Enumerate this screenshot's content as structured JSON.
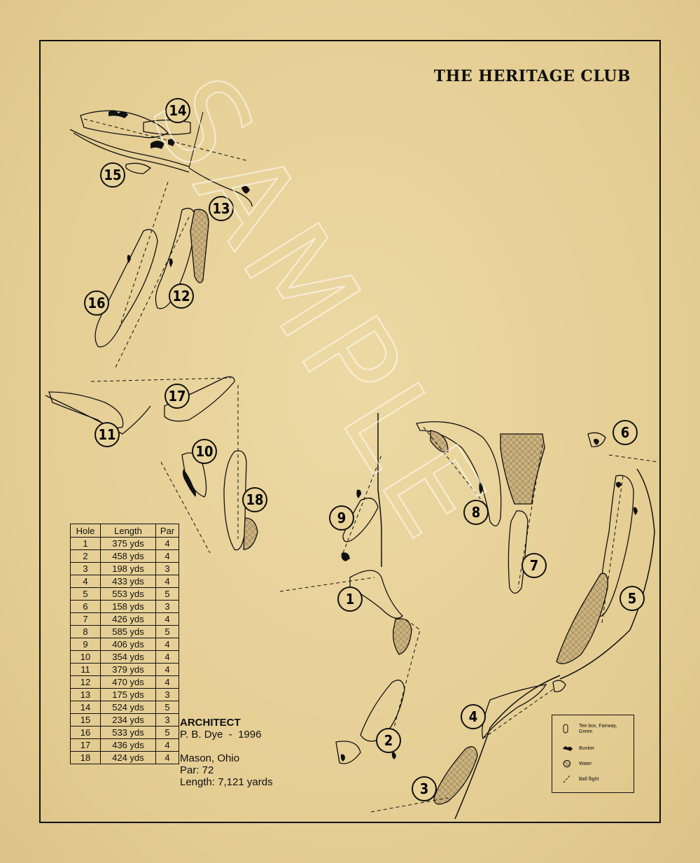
{
  "title": "THE HERITAGE CLUB",
  "watermark": "SAMPLE",
  "scorecard": {
    "headers": [
      "Hole",
      "Length",
      "Par"
    ],
    "rows": [
      {
        "hole": "1",
        "length": "375 yds",
        "par": "4"
      },
      {
        "hole": "2",
        "length": "458 yds",
        "par": "4"
      },
      {
        "hole": "3",
        "length": "198 yds",
        "par": "3"
      },
      {
        "hole": "4",
        "length": "433 yds",
        "par": "4"
      },
      {
        "hole": "5",
        "length": "553 yds",
        "par": "5"
      },
      {
        "hole": "6",
        "length": "158 yds",
        "par": "3"
      },
      {
        "hole": "7",
        "length": "426 yds",
        "par": "4"
      },
      {
        "hole": "8",
        "length": "585 yds",
        "par": "5"
      },
      {
        "hole": "9",
        "length": "406 yds",
        "par": "4"
      },
      {
        "hole": "10",
        "length": "354 yds",
        "par": "4"
      },
      {
        "hole": "11",
        "length": "379 yds",
        "par": "4"
      },
      {
        "hole": "12",
        "length": "470 yds",
        "par": "4"
      },
      {
        "hole": "13",
        "length": "175 yds",
        "par": "3"
      },
      {
        "hole": "14",
        "length": "524 yds",
        "par": "5"
      },
      {
        "hole": "15",
        "length": "234 yds",
        "par": "3"
      },
      {
        "hole": "16",
        "length": "533 yds",
        "par": "5"
      },
      {
        "hole": "17",
        "length": "436 yds",
        "par": "4"
      },
      {
        "hole": "18",
        "length": "424 yds",
        "par": "4"
      }
    ]
  },
  "info": {
    "architect_heading": "ARCHITECT",
    "architect": "P. B. Dye  -  1996",
    "location": "Mason, Ohio",
    "par": "Par: 72",
    "length": "Length: 7,121 yards"
  },
  "legend": {
    "tee": "Tee box, Fairway, Green",
    "bunker": "Bunker",
    "water": "Water",
    "ball_flight": "Ball flight"
  },
  "colors": {
    "paper": "#e8d39a",
    "ink": "#111111",
    "water_fill": "#cdb27a"
  },
  "hole_labels": [
    "1",
    "2",
    "3",
    "4",
    "5",
    "6",
    "7",
    "8",
    "9",
    "10",
    "11",
    "12",
    "13",
    "14",
    "15",
    "16",
    "17",
    "18"
  ]
}
